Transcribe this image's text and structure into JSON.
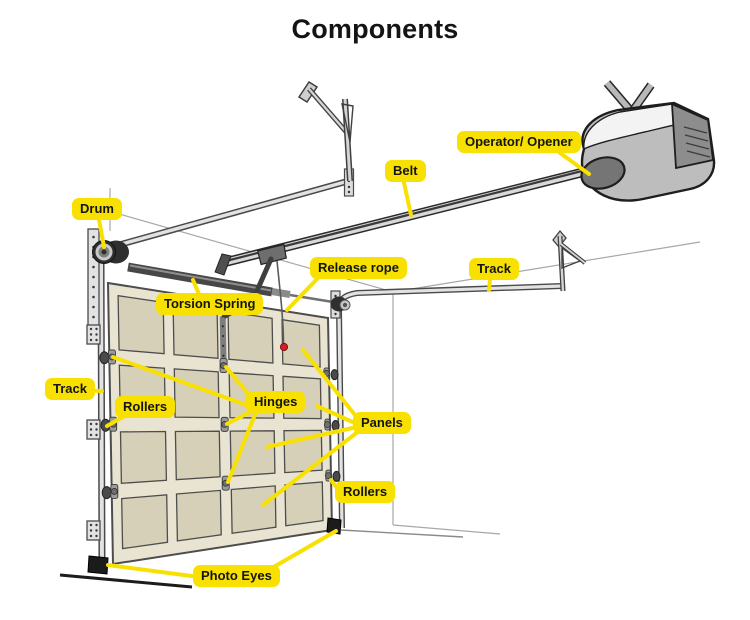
{
  "title": "Components",
  "labels": {
    "drum": "Drum",
    "operator": "Operator/ Opener",
    "belt": "Belt",
    "release_rope": "Release rope",
    "track_right": "Track",
    "torsion_spring": "Torsion Spring",
    "track_left": "Track",
    "rollers_left": "Rollers",
    "hinges": "Hinges",
    "panels": "Panels",
    "rollers_right": "Rollers",
    "photo_eyes": "Photo Eyes"
  },
  "colors": {
    "label_bg": "#F8E100",
    "label_text": "#141414",
    "leader": "#F8E100",
    "release_handle": "#D01F26",
    "door_frame": "#E9E4D1",
    "door_panel": "#D6D0B8",
    "metal_light": "#E2E2E2",
    "metal_dark": "#4A4A4A"
  }
}
